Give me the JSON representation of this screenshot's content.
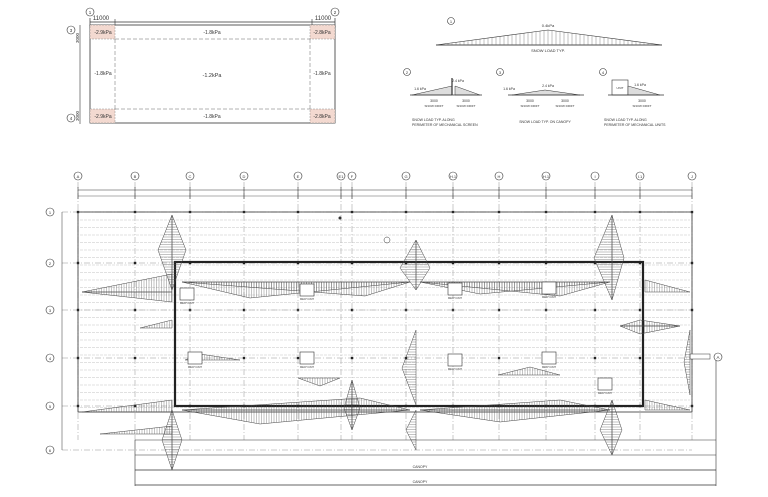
{
  "wind_plan": {
    "dims": [
      "11000",
      "11000"
    ],
    "side_dims": [
      "3000",
      "3000"
    ],
    "grid_tags": [
      "1",
      "2",
      "3",
      "4"
    ],
    "corner_pressures": [
      "-2.9kPa",
      "-2.8kPa",
      "-2.9kPa",
      "-2.8kPa"
    ],
    "edge_top": "-1.8kPa",
    "edge_bottom": "-1.8kPa",
    "edge_left": "-1.8kPa",
    "edge_right": "-1.8kPa",
    "center": "-1.2kPa"
  },
  "snow_typ": {
    "tag": "1",
    "peak_label": "0.4kPa",
    "caption": "SNOW LOAD TYP."
  },
  "details": [
    {
      "tag": "2",
      "label_a": "1.6 kPa",
      "label_b": "2.4 kPa",
      "dims": [
        "3000",
        "3000"
      ],
      "sub": [
        "SNOW DRIFT",
        "SNOW DRIFT"
      ],
      "caption": [
        "SNOW LOAD TYP. ALONG",
        "PERIMETER OF MECHANICAL SCREEN"
      ]
    },
    {
      "tag": "3",
      "label_a": "1.6 kPa",
      "label_b": "2.4 kPa",
      "dims": [
        "3000",
        "3000"
      ],
      "sub": [
        "SNOW DRIFT",
        "SNOW DRIFT"
      ],
      "caption": [
        "SNOW LOAD TYP. ON CANOPY"
      ]
    },
    {
      "tag": "4",
      "label_a": "1.6 kPa",
      "box": "UNIT",
      "dims": [
        "3000"
      ],
      "sub": [
        "SNOW DRIFT"
      ],
      "caption": [
        "SNOW LOAD TYP. ALONG",
        "PERIMETER OF MECHANICAL UNITS"
      ]
    }
  ],
  "roof_plan": {
    "col_tags": [
      "A",
      "B",
      "C",
      "D",
      "E",
      "E1",
      "F",
      "G",
      "H.1",
      "H",
      "H.1",
      "I",
      "I.1",
      "J"
    ],
    "row_tags": [
      "1",
      "2",
      "3",
      "4",
      "5",
      "6"
    ],
    "unit_labels": [
      "MECH UNIT",
      "MECH UNIT",
      "MECH UNIT",
      "MECH UNIT",
      "MECH UNIT",
      "MECH UNIT",
      "MECH UNIT",
      "MECH UNIT",
      "MECH UNIT"
    ],
    "canopy_label": "CANOPY",
    "canopy_label2": "CANOPY",
    "side_tag": "A"
  }
}
